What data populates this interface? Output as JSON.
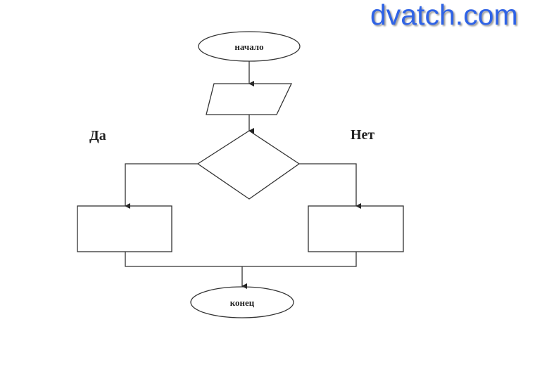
{
  "watermark": "dvatch.com",
  "diagram": {
    "start_label": "начало",
    "end_label": "конец",
    "yes_label": "Да",
    "no_label": "Нет"
  },
  "colors": {
    "watermark": "#2f63e6",
    "stroke": "#333333"
  }
}
